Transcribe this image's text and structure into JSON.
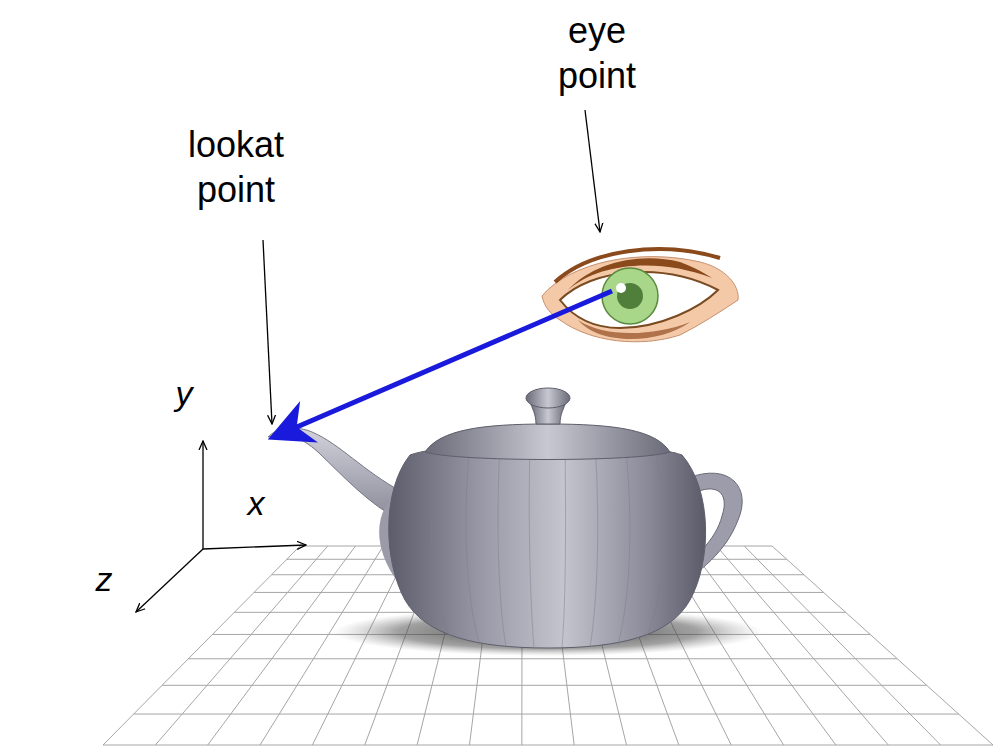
{
  "diagram": {
    "labels": [
      "eye point",
      "lookat point",
      "y",
      "x",
      "z"
    ]
  }
}
